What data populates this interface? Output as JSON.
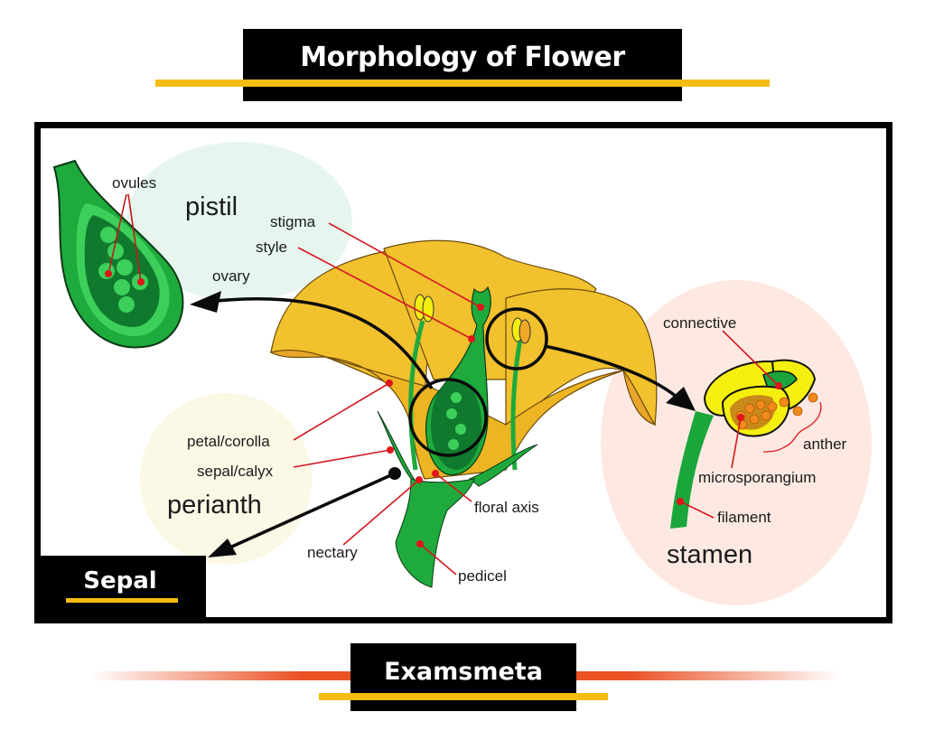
{
  "header": {
    "title": "Morphology of Flower"
  },
  "diagram": {
    "groups": {
      "pistil": "pistil",
      "perianth": "perianth",
      "stamen": "stamen"
    },
    "labels": {
      "ovules": "ovules",
      "ovary": "ovary",
      "stigma": "stigma",
      "style": "style",
      "petal_corolla": "petal/corolla",
      "sepal_calyx": "sepal/calyx",
      "nectary": "nectary",
      "floral_axis": "floral axis",
      "pedicel": "pedicel",
      "connective": "connective",
      "anther": "anther",
      "microsporangium": "microsporangium",
      "filament": "filament"
    },
    "colors": {
      "petal": "#f2c12e",
      "petal_dark": "#e8a62a",
      "green": "#1eaa3c",
      "green_dark": "#0f7a2e",
      "green_light": "#3ccf5a",
      "pointer": "#e0141b",
      "anther_yellow": "#f5ef10",
      "pollen": "#f08a1c",
      "pistil_bubble": "#e6f6ee",
      "perianth_bubble": "#fbf8e6",
      "stamen_bubble": "#fde9e2"
    }
  },
  "callout": {
    "label": "Sepal"
  },
  "footer": {
    "brand": "Examsmeta"
  }
}
